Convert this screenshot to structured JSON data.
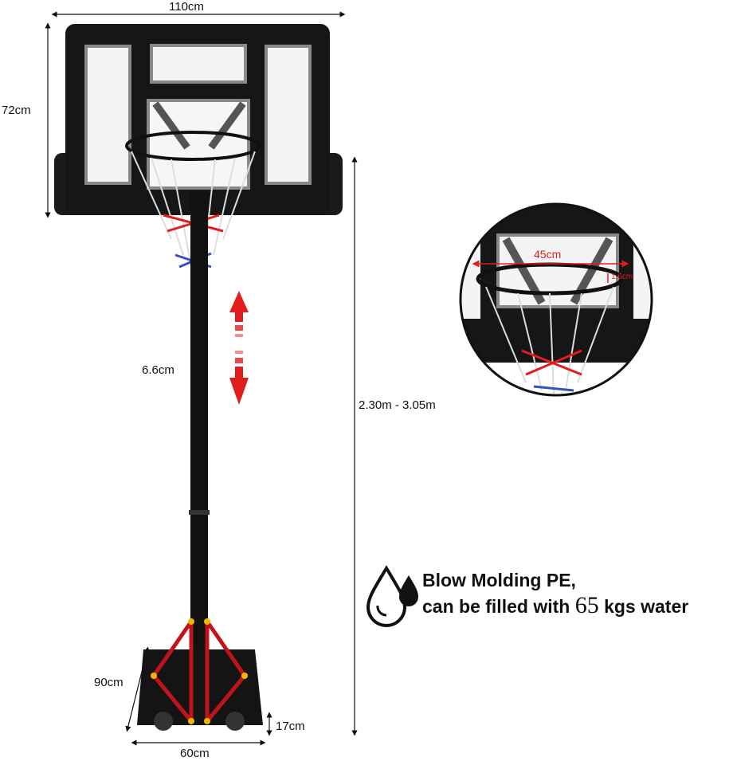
{
  "dimensions": {
    "backboard_width": "110cm",
    "backboard_height": "72cm",
    "pole_diameter": "6.6cm",
    "height_range": "2.30m - 3.05m",
    "base_length": "90cm",
    "base_width": "60cm",
    "base_height": "17cm",
    "rim_diameter": "45cm",
    "rim_thickness": "1.6cm"
  },
  "feature": {
    "line1": "Blow Molding PE,",
    "line2_prefix": "can be filled with",
    "capacity": "65",
    "line2_suffix": "kgs water",
    "icon": "water-drop-icon"
  },
  "colors": {
    "accent_red": "#e11d1d",
    "rim": "#111111"
  }
}
